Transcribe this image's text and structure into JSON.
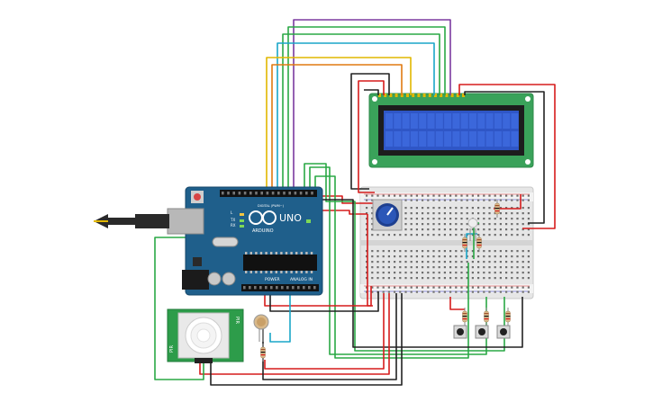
{
  "arduino": {
    "brand": "ARDUINO",
    "model": "UNO",
    "power_label": "POWER",
    "analog_label": "ANALOG IN",
    "digital_label": "DIGITAL (PWM~)",
    "pin_l": "L",
    "pin_tx": "TX",
    "pin_rx": "RX"
  },
  "pir": {
    "label_left": "PIR",
    "label_right": "PIR"
  },
  "lcd": {
    "text": ""
  },
  "colors": {
    "arduino_board": "#1f5f8b",
    "lcd_pcb": "#3aa25a",
    "lcd_screen": "#2f56c6",
    "pir_pcb": "#2d9c4a",
    "breadboard": "#e6e6e6",
    "wire_red": "#d61c1c",
    "wire_black": "#222222",
    "wire_green": "#2aa845",
    "wire_yellow": "#e1b700",
    "wire_orange": "#e07a10",
    "wire_cyan": "#1aa6c8",
    "wire_purple": "#7b3aa0"
  }
}
